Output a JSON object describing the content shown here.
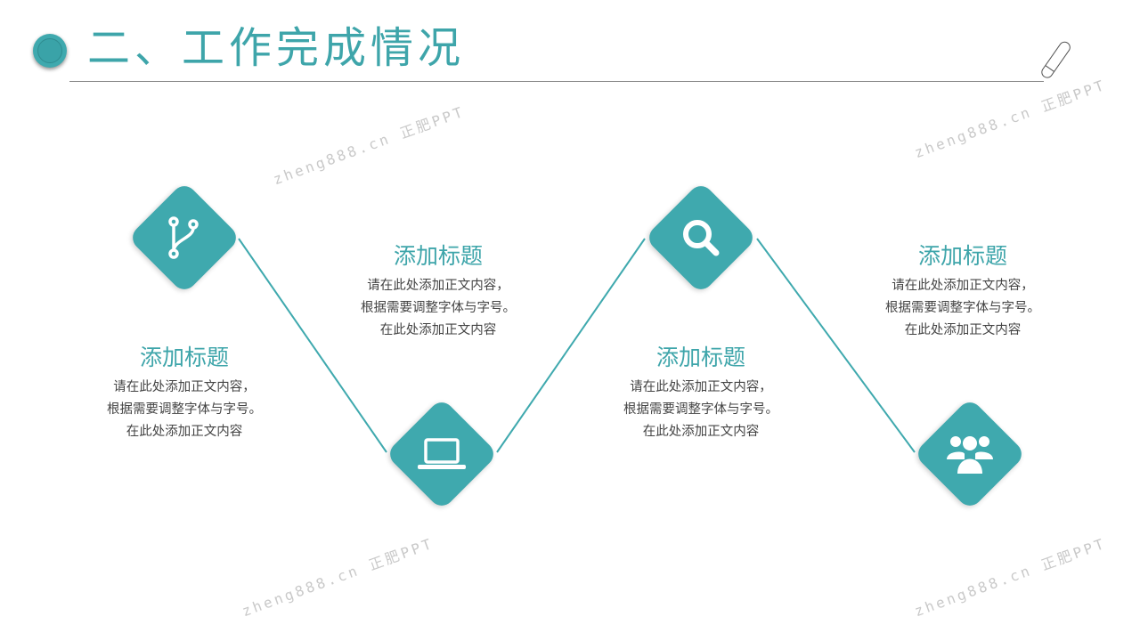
{
  "header": {
    "title": "二、工作完成情况"
  },
  "colors": {
    "accent": "#3fa9ae",
    "body_text": "#444444",
    "rule": "#8a8a8a"
  },
  "steps": [
    {
      "icon": "branch-icon",
      "title": "添加标题",
      "lines": [
        "请在此处添加正文内容，",
        "根据需要调整字体与字号。",
        "在此处添加正文内容"
      ]
    },
    {
      "icon": "laptop-icon",
      "title": "添加标题",
      "lines": [
        "请在此处添加正文内容，",
        "根据需要调整字体与字号。",
        "在此处添加正文内容"
      ]
    },
    {
      "icon": "search-icon",
      "title": "添加标题",
      "lines": [
        "请在此处添加正文内容，",
        "根据需要调整字体与字号。",
        "在此处添加正文内容"
      ]
    },
    {
      "icon": "users-icon",
      "title": "添加标题",
      "lines": [
        "请在此处添加正文内容，",
        "根据需要调整字体与字号。",
        "在此处添加正文内容"
      ]
    }
  ],
  "watermark": "zheng888.cn 正肥PPT"
}
